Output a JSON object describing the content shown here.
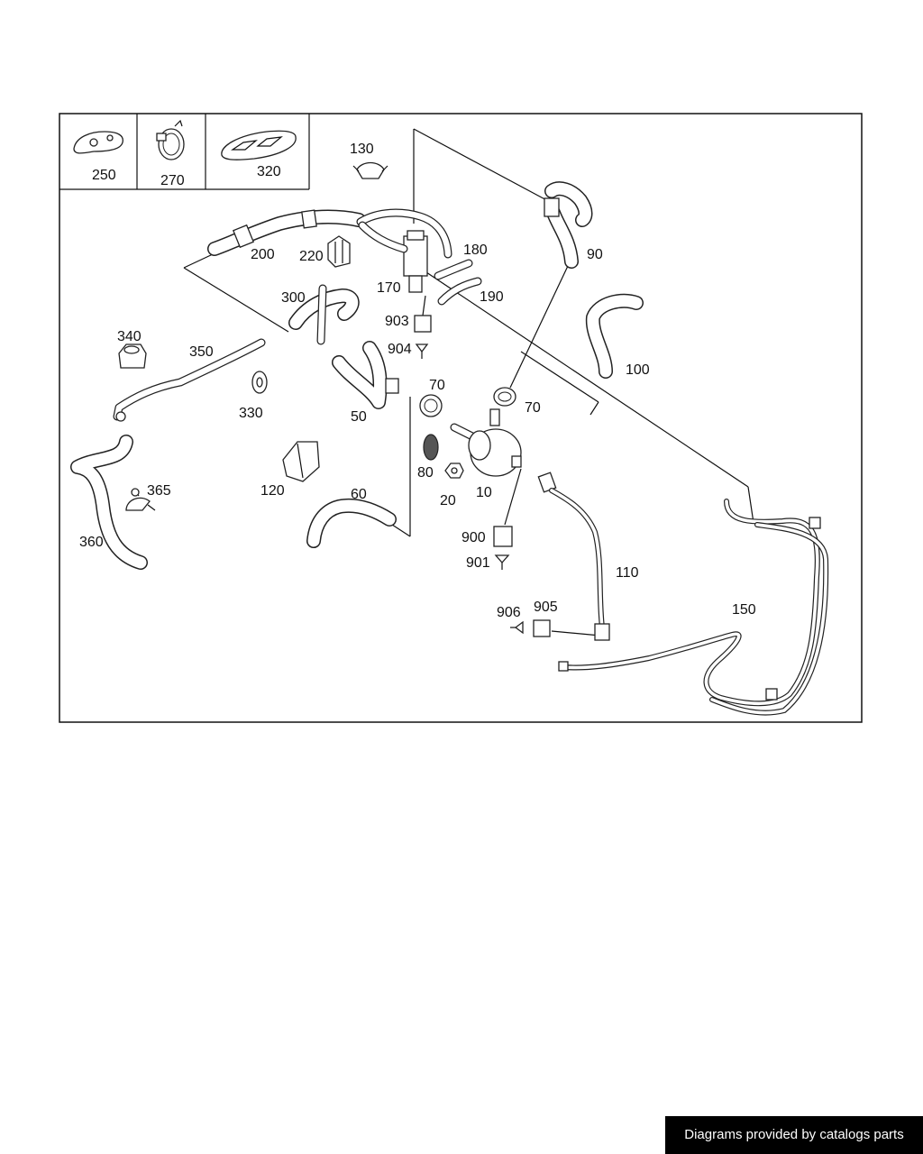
{
  "callouts": {
    "c250": "250",
    "c270": "270",
    "c320": "320",
    "c130": "130",
    "c200": "200",
    "c220": "220",
    "c180": "180",
    "c90": "90",
    "c170": "170",
    "c190": "190",
    "c300": "300",
    "c903": "903",
    "c904": "904",
    "c340": "340",
    "c350": "350",
    "c100": "100",
    "c70a": "70",
    "c70b": "70",
    "c330": "330",
    "c50": "50",
    "c80": "80",
    "c365": "365",
    "c120": "120",
    "c20": "20",
    "c10": "10",
    "c60": "60",
    "c360": "360",
    "c900": "900",
    "c901": "901",
    "c110": "110",
    "c906": "906",
    "c905": "905",
    "c150": "150"
  },
  "footer": {
    "credit": "Diagrams provided by catalogs parts"
  }
}
